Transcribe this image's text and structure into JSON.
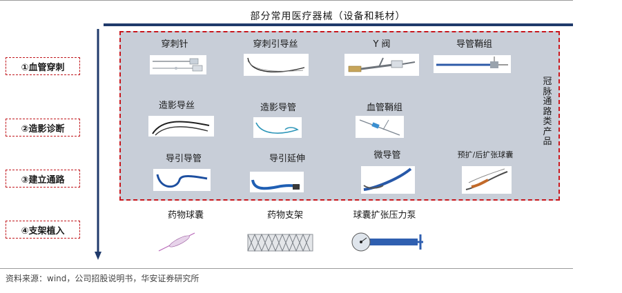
{
  "header": {
    "title": "部分常用医疗器械（设备和耗材）"
  },
  "stages": [
    {
      "label": "①血管穿刺"
    },
    {
      "label": "②造影诊断"
    },
    {
      "label": "③建立通路"
    },
    {
      "label": "④支架植入"
    }
  ],
  "group": {
    "label": "冠脉通路类产品"
  },
  "devices": [
    {
      "name": "穿刺针",
      "icon": "puncture-needle"
    },
    {
      "name": "穿刺引导丝",
      "icon": "puncture-guidewire"
    },
    {
      "name": "Y 阀",
      "icon": "y-valve"
    },
    {
      "name": "导管鞘组",
      "icon": "catheter-sheath"
    },
    {
      "name": "造影导丝",
      "icon": "angiography-guidewire"
    },
    {
      "name": "造影导管",
      "icon": "angiography-catheter"
    },
    {
      "name": "血管鞘组",
      "icon": "vascular-sheath"
    },
    {
      "name": "导引导管",
      "icon": "guiding-catheter"
    },
    {
      "name": "导引延伸",
      "icon": "guide-extension"
    },
    {
      "name": "微导管",
      "icon": "microcatheter"
    },
    {
      "name": "预扩/后扩张球囊",
      "icon": "dilation-balloon"
    },
    {
      "name": "药物球囊",
      "icon": "drug-coated-balloon"
    },
    {
      "name": "药物支架",
      "icon": "drug-eluting-stent"
    },
    {
      "name": "球囊扩张压力泵",
      "icon": "inflation-pump"
    }
  ],
  "source": "资料来源：wind，公司招股说明书，华安证券研究所",
  "colors": {
    "accent_blue": "#1f3a6b",
    "dashed_red": "#c8151b",
    "group_fill": "#c8ced8"
  }
}
